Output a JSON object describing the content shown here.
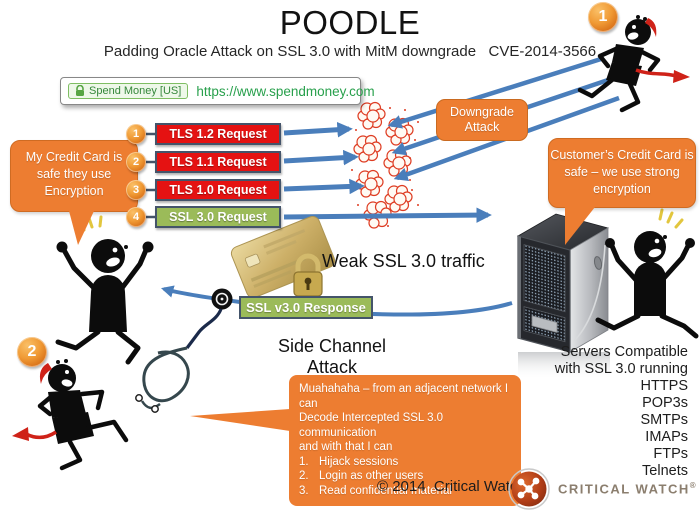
{
  "title": "POODLE",
  "subtitle": "Padding Oracle Attack on SSL 3.0 with MitM downgrade   CVE-2014-3566",
  "browser": {
    "site_badge": "Spend Money [US]",
    "url": "https://www.spendmoney.com"
  },
  "steps": {
    "one": "1",
    "two": "2"
  },
  "requests": [
    {
      "num": "1",
      "label": "TLS 1.2 Request"
    },
    {
      "num": "2",
      "label": "TLS 1.1 Request"
    },
    {
      "num": "3",
      "label": "TLS 1.0 Request"
    },
    {
      "num": "4",
      "label": "SSL 3.0 Request"
    }
  ],
  "downgrade_attack": "Downgrade Attack",
  "weak_traffic": "Weak SSL 3.0 traffic",
  "response_label": "SSL v3.0 Response",
  "side_channel": "Side Channel Attack",
  "bubble_left": {
    "lines": [
      "My Credit Card is",
      "safe they use",
      "Encryption"
    ]
  },
  "bubble_right": {
    "lines": [
      "Customer’s Credit Card is",
      "safe – we use strong",
      "encryption"
    ]
  },
  "attacker_bubble": {
    "intro_lines": [
      "Muahahaha – from an adjacent network I can",
      "Decode Intercepted SSL 3.0 communication",
      "and with that I can"
    ],
    "items": [
      {
        "num": "1.",
        "text": "Hijack sessions"
      },
      {
        "num": "2.",
        "text": "Login as other users"
      },
      {
        "num": "3.",
        "text": "Read confidential material"
      }
    ]
  },
  "server_caption": {
    "lines": [
      "Servers Compatible",
      "with SSL 3.0 running",
      "HTTPS",
      "POP3s",
      "SMTPs",
      "IMAPs",
      "FTPs",
      "Telnets"
    ]
  },
  "footer": {
    "copyright": "© 2014  Critical Watch",
    "brand": "Critical Watch",
    "reg": "®"
  },
  "colors": {
    "accent_orange": "#ED7D31",
    "arrow_blue": "#4A7EBB",
    "bar_red": "#E51212",
    "bar_green": "#9BBB59",
    "bar_border": "#44546A",
    "url_green": "#28A04C",
    "devil_red": "#CF2218"
  }
}
